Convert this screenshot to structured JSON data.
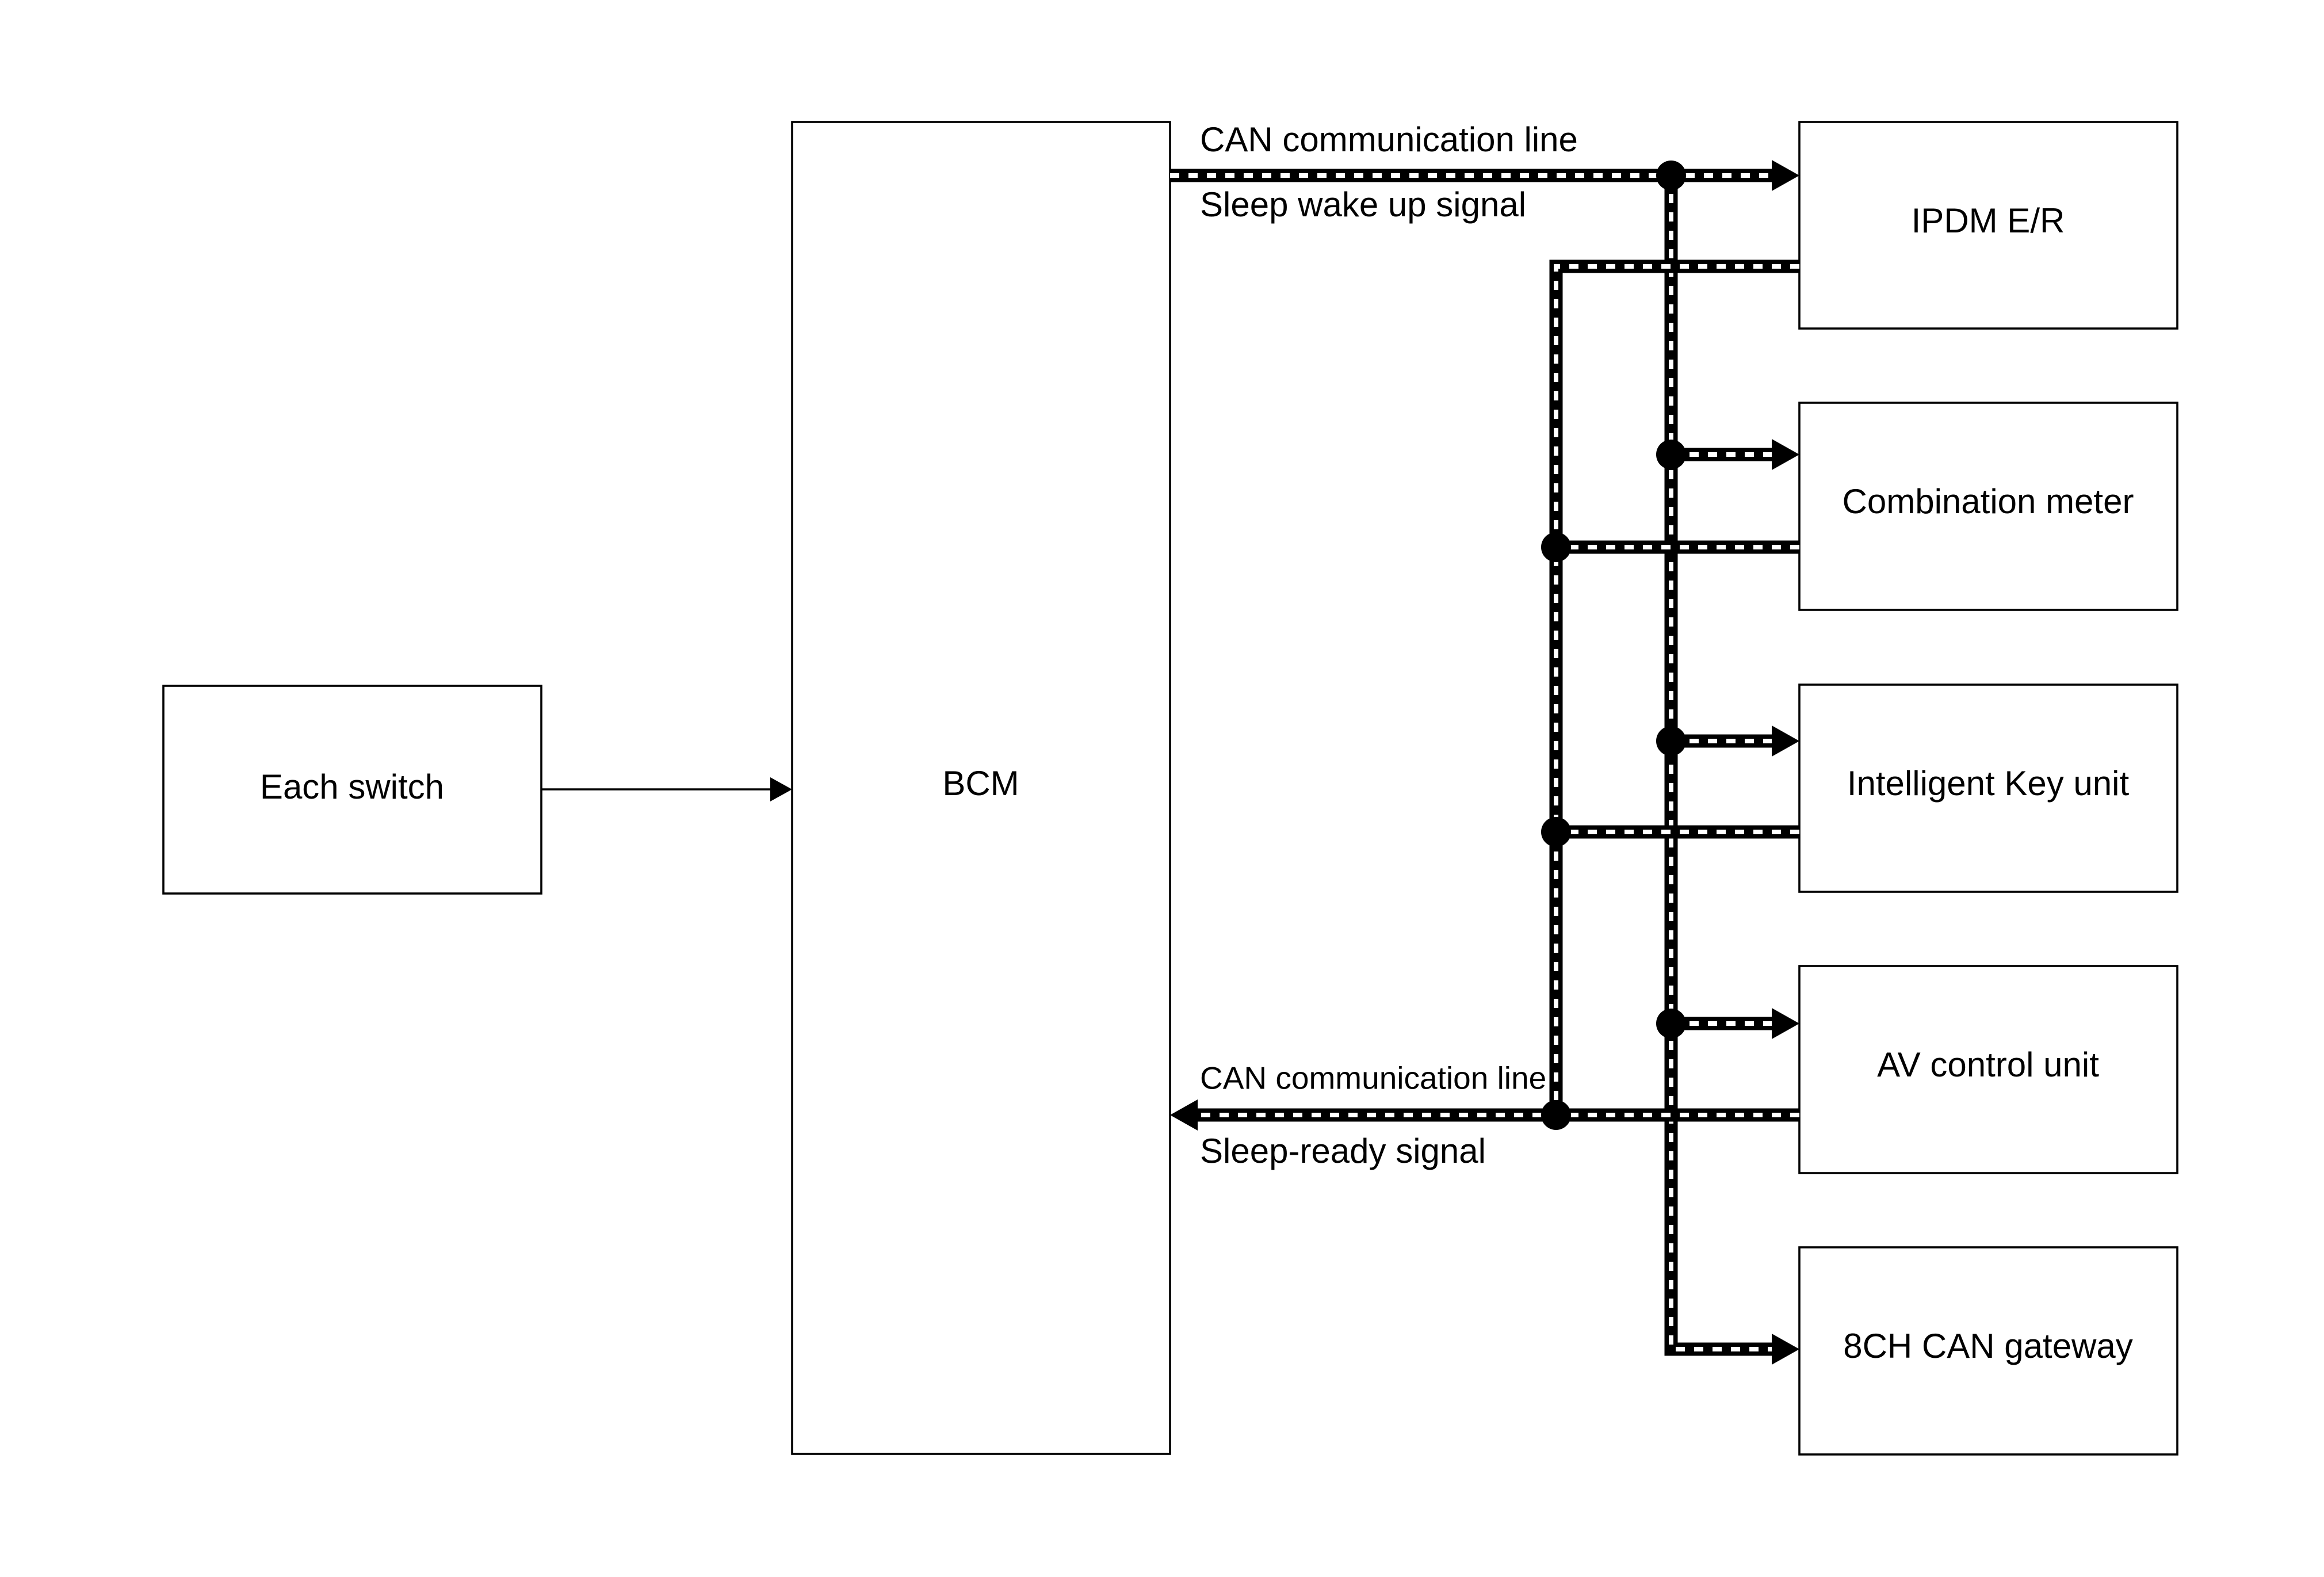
{
  "diagram": {
    "left_box": {
      "label": "Each switch"
    },
    "center_box": {
      "label": "BCM"
    },
    "right_boxes": [
      {
        "label": "IPDM E/R"
      },
      {
        "label": "Combination meter"
      },
      {
        "label": "Intelligent Key unit"
      },
      {
        "label": "AV control unit"
      },
      {
        "label": "8CH CAN gateway"
      }
    ],
    "top_signal": {
      "line_label": "CAN communication line",
      "signal_label": "Sleep wake up signal"
    },
    "bottom_signal": {
      "line_label": "CAN communication line",
      "signal_label": "Sleep-ready signal"
    }
  },
  "colors": {
    "line": "#000000",
    "background": "#ffffff"
  }
}
